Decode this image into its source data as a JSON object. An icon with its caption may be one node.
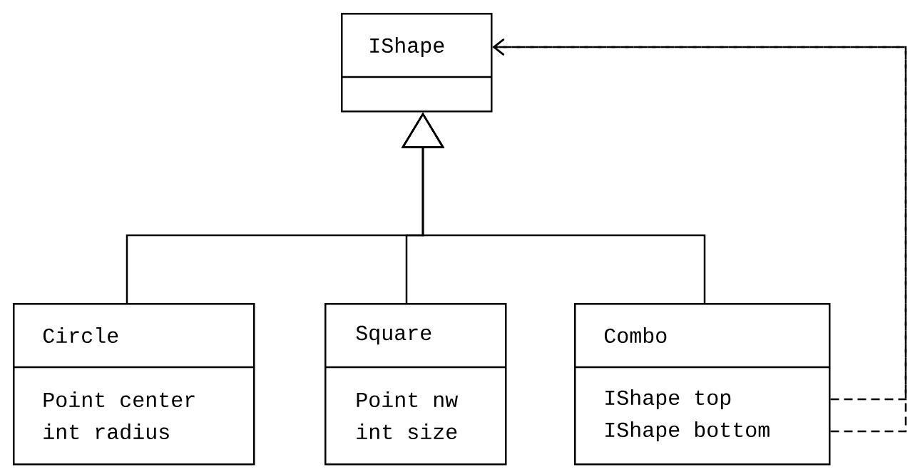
{
  "diagram": {
    "nodes": [
      {
        "text": [
          "IShape"
        ]
      },
      {
        "text": [
          "Circle",
          "Point center",
          "int radius"
        ]
      },
      {
        "text": [
          "Square",
          "Point nw",
          "int size"
        ]
      },
      {
        "text": [
          "Combo",
          "IShape top",
          "IShape bottom"
        ]
      }
    ],
    "edges": [
      {
        "from": 1,
        "to": 0,
        "arrow": "to"
      },
      {
        "from": 2,
        "to": 0,
        "arrow": "to"
      },
      {
        "from": 3,
        "to": 0,
        "arrow": "to"
      },
      {
        "from": 3,
        "to": 0,
        "arrow": "to",
        "style": "dashed"
      },
      {
        "from": 3,
        "to": 0,
        "arrow": "to",
        "style": "dashed"
      }
    ]
  }
}
